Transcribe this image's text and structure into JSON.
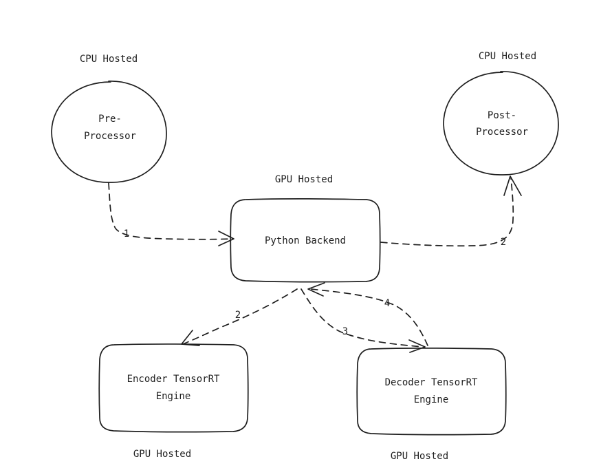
{
  "nodes": {
    "pre_processor": {
      "line1": "Pre-",
      "line2": "Processor",
      "hosting": "CPU Hosted"
    },
    "post_processor": {
      "line1": "Post-",
      "line2": "Processor",
      "hosting": "CPU Hosted"
    },
    "python_backend": {
      "label": "Python Backend",
      "hosting": "GPU Hosted"
    },
    "encoder_engine": {
      "line1": "Encoder TensorRT",
      "line2": "Engine",
      "hosting": "GPU Hosted"
    },
    "decoder_engine": {
      "line1": "Decoder TensorRT",
      "line2": "Engine",
      "hosting": "GPU Hosted"
    }
  },
  "edges": [
    {
      "from": "Pre-Processor",
      "to": "Python Backend",
      "label": "1"
    },
    {
      "from": "Python Backend",
      "to": "Post-Processor",
      "label": "2"
    },
    {
      "from": "Python Backend",
      "to": "Encoder TensorRT Engine",
      "label": "2"
    },
    {
      "from": "Python Backend",
      "to": "Decoder TensorRT Engine",
      "label": "3"
    },
    {
      "from": "Decoder TensorRT Engine",
      "to": "Python Backend",
      "label": "4"
    }
  ],
  "colors": {
    "stroke": "#1e1e1e",
    "background": "#ffffff"
  }
}
